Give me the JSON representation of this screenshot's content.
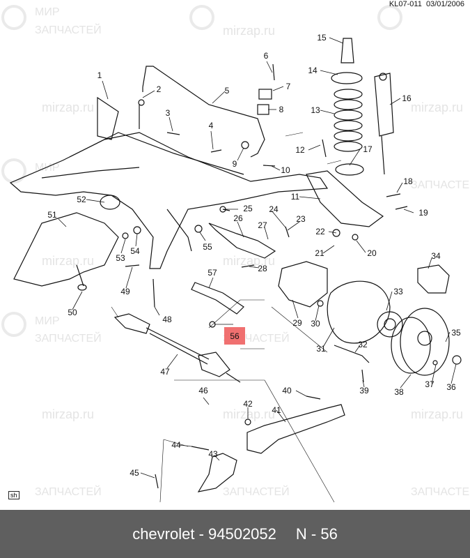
{
  "header": {
    "code": "KL07-011",
    "date": "03/01/2006"
  },
  "badge": "sh",
  "highlight": "56",
  "labels": [
    "1",
    "2",
    "3",
    "4",
    "5",
    "6",
    "7",
    "8",
    "9",
    "10",
    "11",
    "12",
    "13",
    "14",
    "15",
    "16",
    "17",
    "18",
    "19",
    "20",
    "21",
    "22",
    "23",
    "24",
    "25",
    "26",
    "27",
    "28",
    "29",
    "30",
    "31",
    "32",
    "33",
    "34",
    "35",
    "36",
    "37",
    "38",
    "39",
    "40",
    "41",
    "42",
    "43",
    "44",
    "45",
    "46",
    "47",
    "48",
    "49",
    "50",
    "51",
    "52",
    "53",
    "54",
    "55",
    "57"
  ],
  "watermark": {
    "line1": "МИР",
    "line2": "ЗАПЧАСТЕЙ",
    "url": "mirzap.ru"
  },
  "footer": {
    "part": "chevrolet - 94502052",
    "pos": "N - 56"
  },
  "colors": {
    "highlight": "#f07070",
    "footer_bg": "#5f5f5f"
  }
}
